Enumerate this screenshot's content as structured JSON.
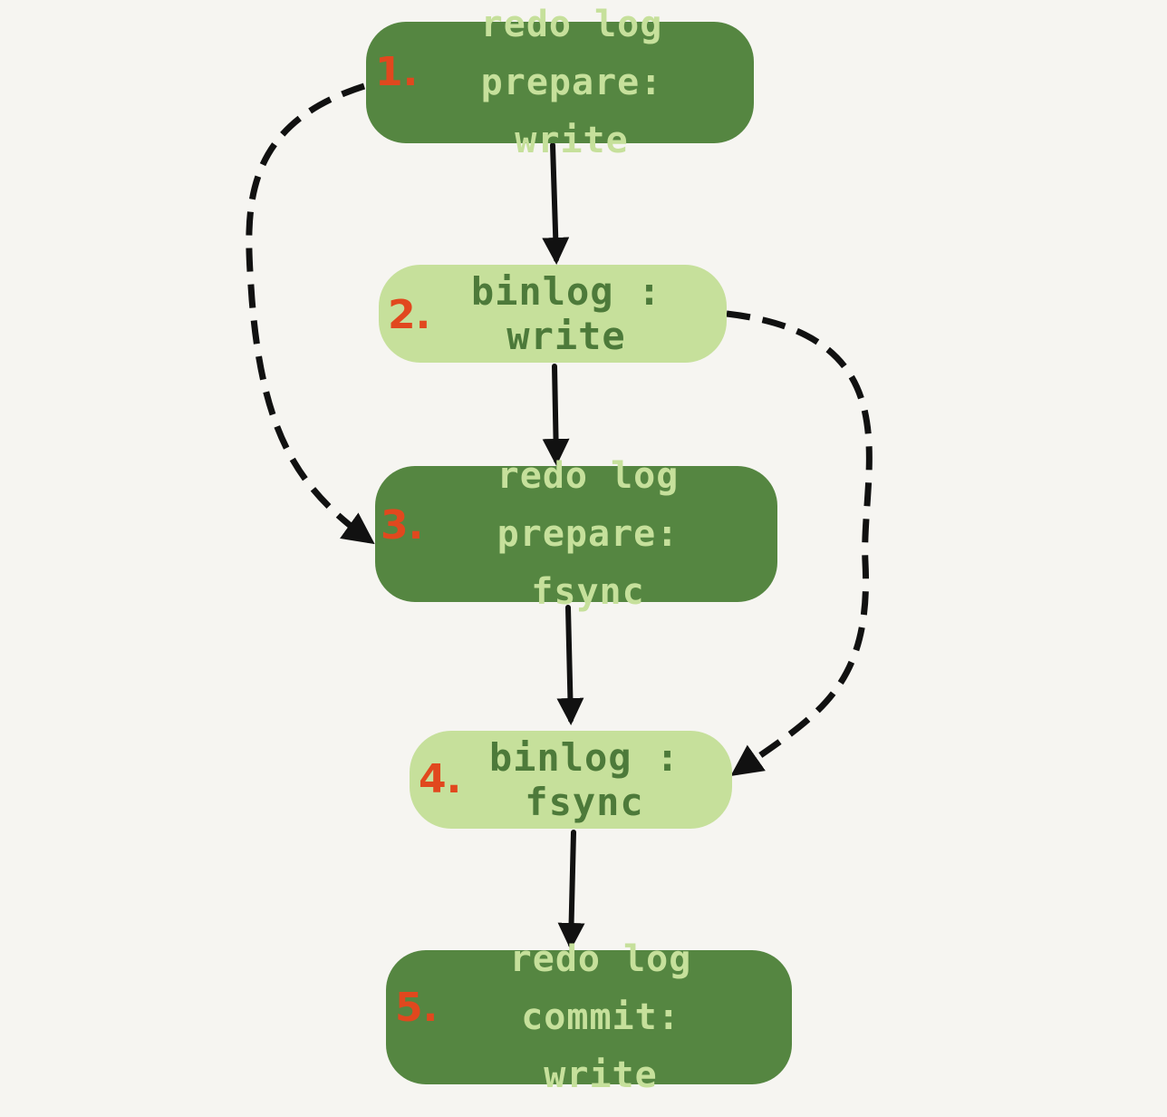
{
  "colors": {
    "background": "#f6f5f1",
    "dark_node_fill": "#558641",
    "dark_node_text": "#c6e09b",
    "light_node_fill": "#c6e09b",
    "light_node_text": "#4d7a3a",
    "step_number": "#e1481e",
    "arrow": "#111111"
  },
  "nodes": [
    {
      "step": "1.",
      "text": "redo log prepare:\nwrite",
      "style": "dark"
    },
    {
      "step": "2.",
      "text": "binlog : write",
      "style": "light"
    },
    {
      "step": "3.",
      "text": "redo log prepare:\nfsync",
      "style": "dark"
    },
    {
      "step": "4.",
      "text": "binlog : fsync",
      "style": "light"
    },
    {
      "step": "5.",
      "text": "redo log commit:\nwrite",
      "style": "dark"
    }
  ],
  "edges": [
    {
      "from": 1,
      "to": 2,
      "style": "solid"
    },
    {
      "from": 2,
      "to": 3,
      "style": "solid"
    },
    {
      "from": 3,
      "to": 4,
      "style": "solid"
    },
    {
      "from": 4,
      "to": 5,
      "style": "solid"
    },
    {
      "from": 1,
      "to": 3,
      "style": "dashed"
    },
    {
      "from": 2,
      "to": 4,
      "style": "dashed"
    }
  ]
}
